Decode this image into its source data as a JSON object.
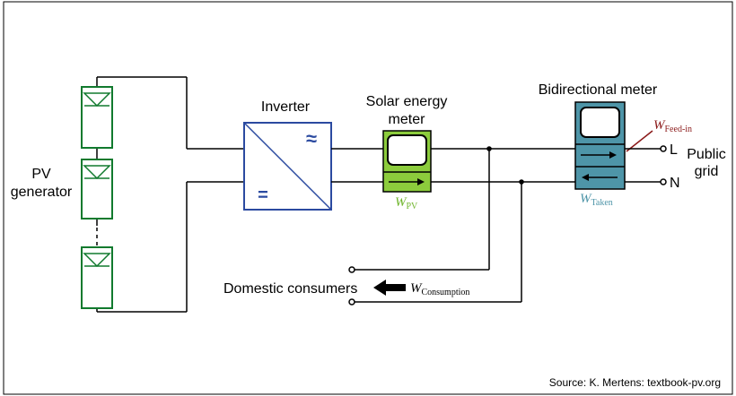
{
  "labels": {
    "pv_generator_line1": "PV",
    "pv_generator_line2": "generator",
    "inverter": "Inverter",
    "solar_meter_line1": "Solar energy",
    "solar_meter_line2": "meter",
    "bidirectional_meter": "Bidirectional meter",
    "public_grid_line1": "Public",
    "public_grid_line2": "grid",
    "terminal_L": "L",
    "terminal_N": "N",
    "domestic_consumers": "Domestic consumers",
    "inverter_ac_symbol": "≈",
    "inverter_dc_symbol": "="
  },
  "quantities": {
    "w_pv": {
      "base": "W",
      "sub": "PV"
    },
    "w_taken": {
      "base": "W",
      "sub": "Taken"
    },
    "w_feed_in": {
      "base": "W",
      "sub": "Feed-in"
    },
    "w_consumption": {
      "base": "W",
      "sub": "Consumption"
    }
  },
  "source": "Source: K. Mertens: textbook-pv.org",
  "colors": {
    "pv_module": "#117a2e",
    "solar_meter": "#8ccc3c",
    "solar_meter_text": "#6fb52c",
    "bidirectional_meter": "#4e95a8",
    "taken_text": "#4e95a8",
    "feed_in_text": "#8b1a1a",
    "inverter": "#2b4aa0",
    "wire": "#000000"
  }
}
